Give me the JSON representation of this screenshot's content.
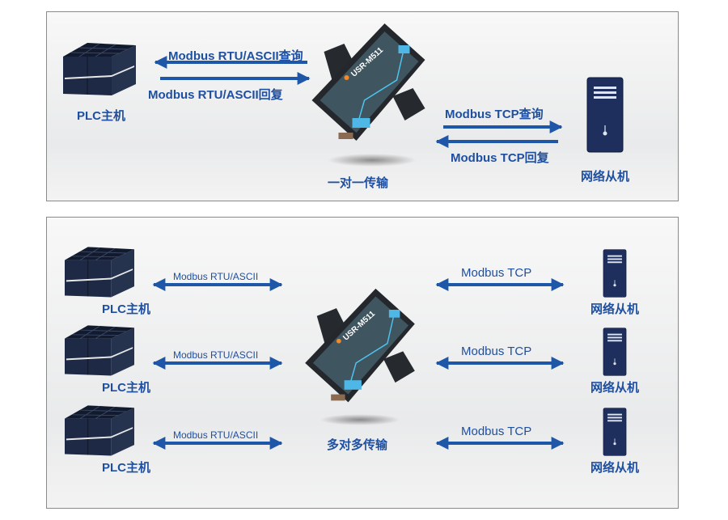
{
  "colors": {
    "accent": "#1f4fa0",
    "arrow": "#1f57a8",
    "device": "#2b2f33"
  },
  "device_model": "USR-M511",
  "one_to_one": {
    "plc_label": "PLC主机",
    "rtu_query": "Modbus RTU/ASCII查询",
    "rtu_reply": "Modbus RTU/ASCII回复",
    "tcp_query": "Modbus TCP查询",
    "tcp_reply": "Modbus TCP回复",
    "caption": "一对一传输",
    "server_label": "网络从机"
  },
  "many_to_many": {
    "caption": "多对多传输",
    "rows": [
      {
        "plc_label": "PLC主机",
        "rtu": "Modbus RTU/ASCII",
        "tcp": "Modbus TCP",
        "server_label": "网络从机"
      },
      {
        "plc_label": "PLC主机",
        "rtu": "Modbus RTU/ASCII",
        "tcp": "Modbus TCP",
        "server_label": "网络从机"
      },
      {
        "plc_label": "PLC主机",
        "rtu": "Modbus RTU/ASCII",
        "tcp": "Modbus TCP",
        "server_label": "网络从机"
      }
    ]
  }
}
